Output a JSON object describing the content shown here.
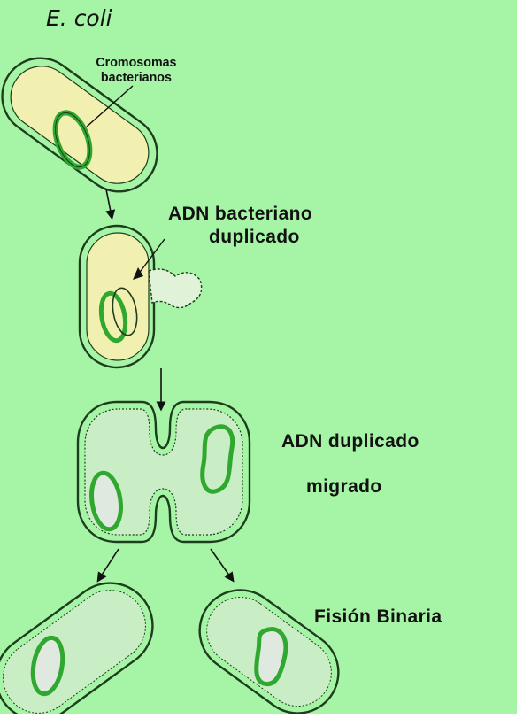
{
  "colors": {
    "background": "#a6f4a6",
    "outline": "#1d3d1d",
    "chromosome": "#2ea82e",
    "cytoplasm_dark": "#f2f0b0",
    "cytoplasm_light": "#e0f2d8"
  },
  "labels": {
    "organism": "E. coli",
    "chromosomes_line1": "Cromosomas",
    "chromosomes_line2": "bacterianos",
    "dna_duplicated_line1": "ADN bacteriano",
    "dna_duplicated_line2": "duplicado",
    "dna_migrated_line1": "ADN duplicado",
    "dna_migrated_line2": "migrado",
    "binary_fission": "Fisión Binaria"
  }
}
